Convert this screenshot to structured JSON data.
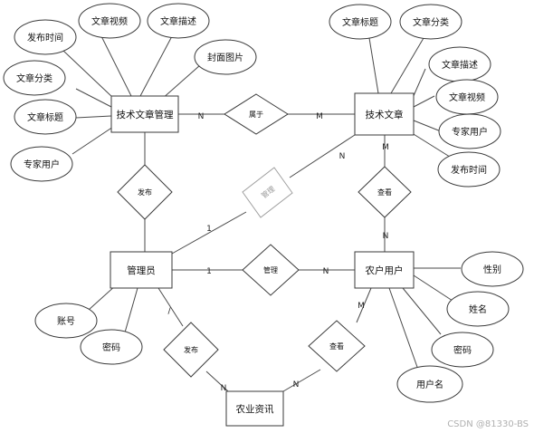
{
  "entities": {
    "tech_article_mgmt": "技术文章管理",
    "tech_article": "技术文章",
    "admin": "管理员",
    "farmer_user": "农户用户",
    "agri_news": "农业资讯"
  },
  "relationships": {
    "belongs": "属于",
    "publish_top": "发布",
    "manage_faded": "管理",
    "view_top": "查看",
    "manage": "管理",
    "publish_bottom": "发布",
    "view_bottom": "查看"
  },
  "attributes": {
    "mgmt_publish_time": "发布时间",
    "mgmt_video": "文章视频",
    "mgmt_desc": "文章描述",
    "mgmt_cover": "封面图片",
    "mgmt_category": "文章分类",
    "mgmt_title": "文章标题",
    "mgmt_expert": "专家用户",
    "art_title": "文章标题",
    "art_category": "文章分类",
    "art_desc": "文章描述",
    "art_video": "文章视频",
    "art_expert": "专家用户",
    "art_publish_time": "发布时间",
    "admin_account": "账号",
    "admin_password": "密码",
    "farmer_gender": "性别",
    "farmer_name": "姓名",
    "farmer_password": "密码",
    "farmer_username": "用户名"
  },
  "cardinalities": {
    "belongs_left": "N",
    "belongs_right": "M",
    "view_top_up": "M",
    "view_top_down": "N",
    "faded_upper": "N",
    "faded_lower": "1",
    "manage_left": "1",
    "manage_right": "N",
    "pub_bottom_top": "/",
    "pub_bottom_bottom": "N",
    "view_bottom_top": "M",
    "view_bottom_bottom": "N"
  },
  "watermark": "CSDN @81330-BS"
}
